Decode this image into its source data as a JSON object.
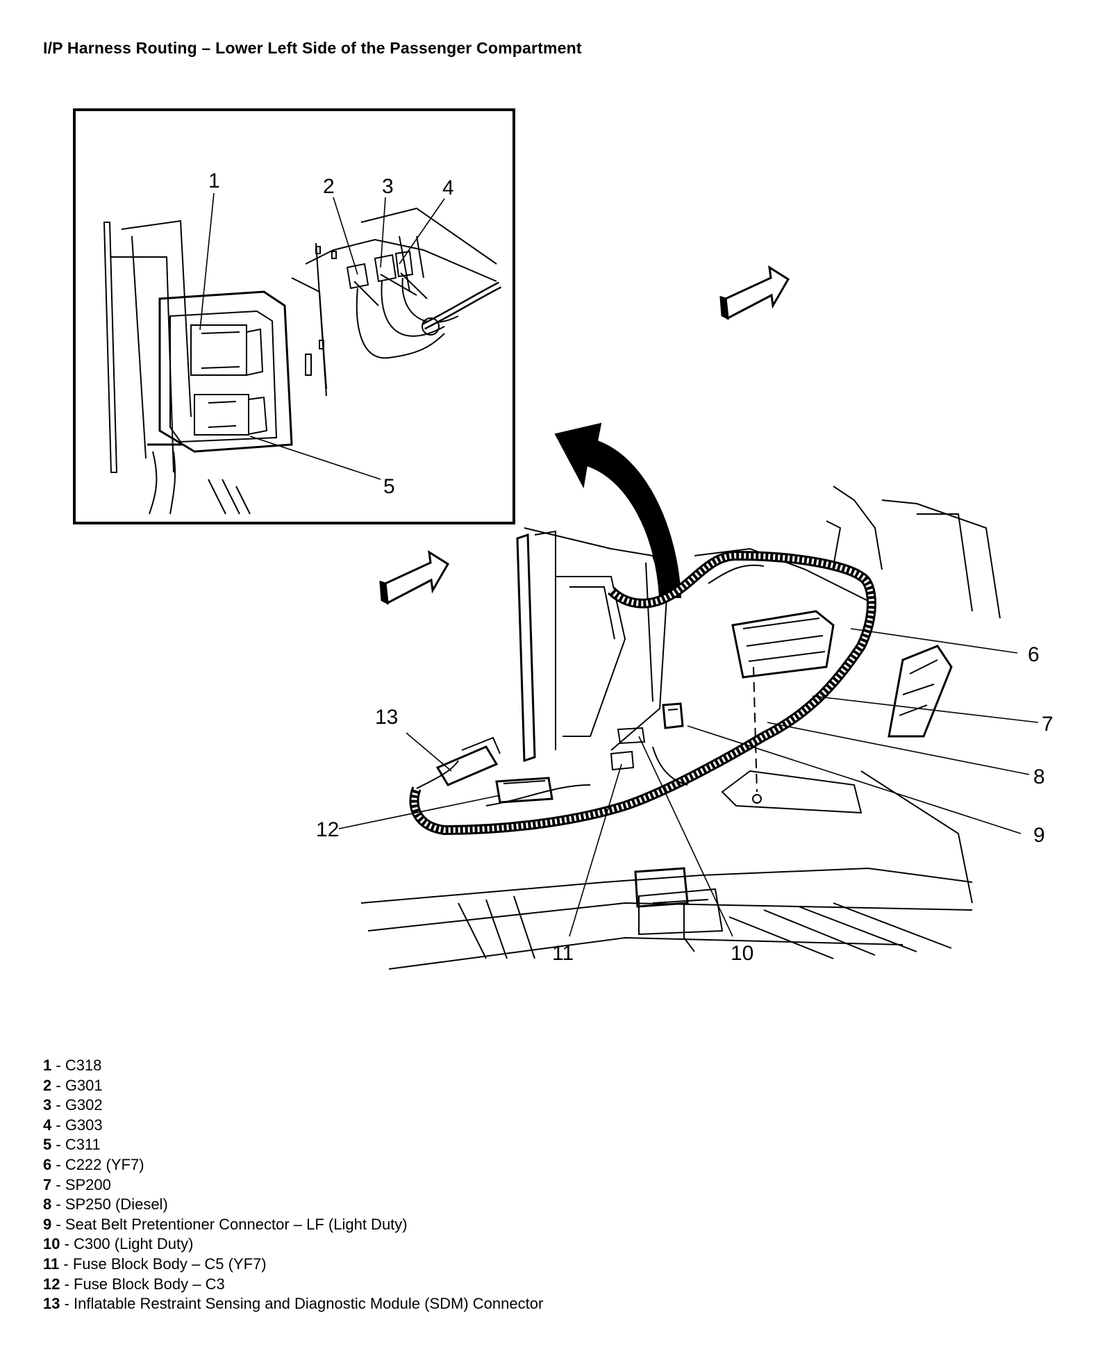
{
  "title": "I/P Harness Routing – Lower Left Side of the Passenger Compartment",
  "callouts": [
    "1",
    "2",
    "3",
    "4",
    "5",
    "6",
    "7",
    "8",
    "9",
    "10",
    "11",
    "12",
    "13"
  ],
  "legend": [
    {
      "num": "1",
      "text": "C318"
    },
    {
      "num": "2",
      "text": "G301"
    },
    {
      "num": "3",
      "text": "G302"
    },
    {
      "num": "4",
      "text": "G303"
    },
    {
      "num": "5",
      "text": "C311"
    },
    {
      "num": "6",
      "text": "C222 (YF7)"
    },
    {
      "num": "7",
      "text": "SP200"
    },
    {
      "num": "8",
      "text": "SP250 (Diesel)"
    },
    {
      "num": "9",
      "text": "Seat Belt Pretentioner Connector – LF (Light Duty)"
    },
    {
      "num": "10",
      "text": "C300 (Light Duty)"
    },
    {
      "num": "11",
      "text": "Fuse Block Body – C5 (YF7)"
    },
    {
      "num": "12",
      "text": "Fuse Block Body – C3"
    },
    {
      "num": "13",
      "text": "Inflatable Restraint Sensing and Diagnostic Module (SDM) Connector"
    }
  ]
}
